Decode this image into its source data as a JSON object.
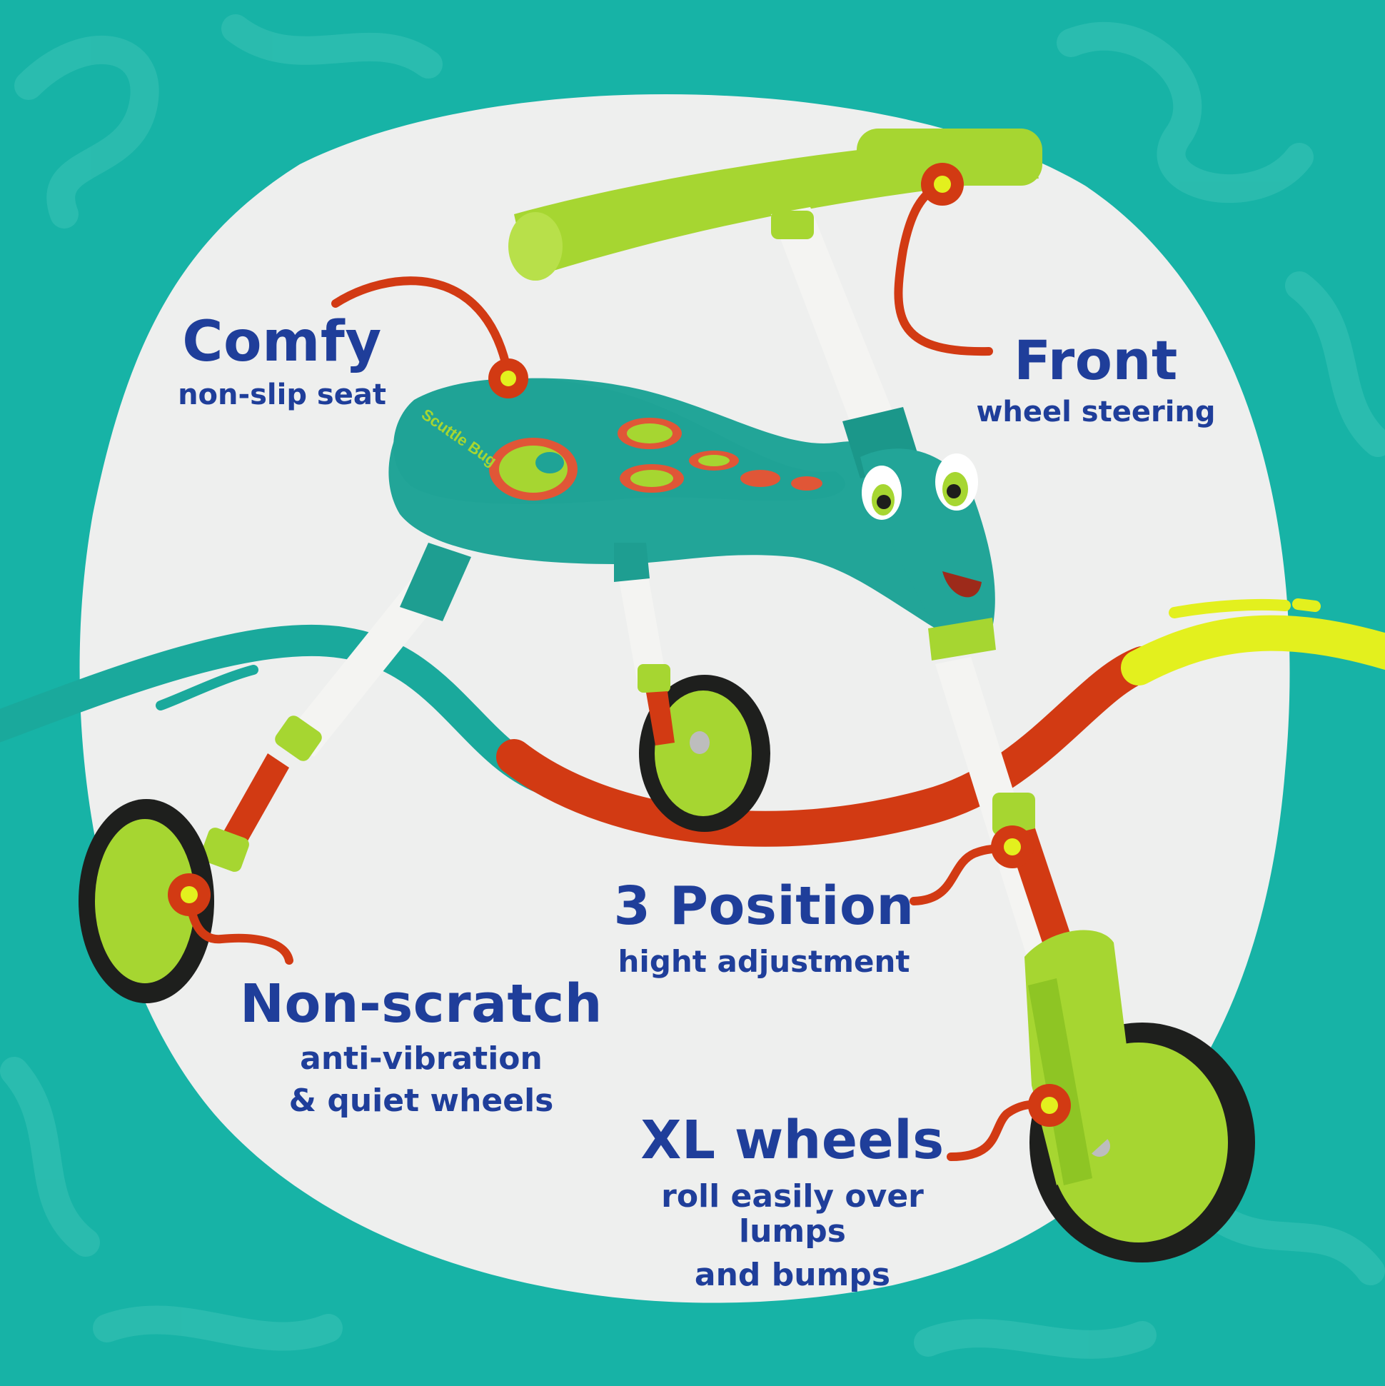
{
  "colors": {
    "background_teal": "#17b3a6",
    "panel_white": "#eeefee",
    "text_blue": "#1f3e9a",
    "accent_red": "#d23a13",
    "accent_lime": "#a6d631",
    "accent_yellow": "#e3f01e",
    "bike_teal": "#22a598"
  },
  "logo": {
    "text": "Scuttle Bug"
  },
  "features": [
    {
      "title": "Comfy",
      "subtitle": "non-slip seat"
    },
    {
      "title": "Front",
      "subtitle": "wheel steering"
    },
    {
      "title": "3 Position",
      "subtitle": "hight adjustment"
    },
    {
      "title": "Non-scratch",
      "subtitle_lines": [
        "anti-vibration",
        "& quiet wheels"
      ]
    },
    {
      "title": "XL wheels",
      "subtitle_lines": [
        "roll easily over lumps",
        "and bumps"
      ]
    }
  ]
}
